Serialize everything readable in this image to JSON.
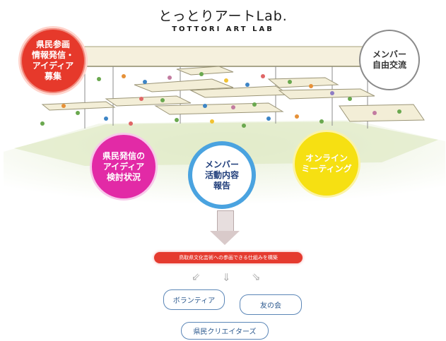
{
  "header": {
    "title": "とっとりアートLab.",
    "subtitle": "TOTTORI ART LAB"
  },
  "circles": {
    "red": "県民参画\n情報発信・\nアイディア\n募集",
    "white": "メンバー\n自由交流",
    "magenta": "県民発信の\nアイディア\n検討状況",
    "blue": "メンバー\n活動内容\n報告",
    "yellow": "オンライン\nミーティング"
  },
  "flow": {
    "banner": "鳥取県文化芸術への参画できる仕組みを構築",
    "pills": [
      "ボランティア",
      "友の会",
      "県民クリエイターズ"
    ]
  },
  "colors": {
    "red": "#e6392b",
    "magenta": "#e22aa6",
    "blue": "#4aa3e0",
    "yellow": "#f6e012",
    "pill_border": "#5b86b7"
  }
}
